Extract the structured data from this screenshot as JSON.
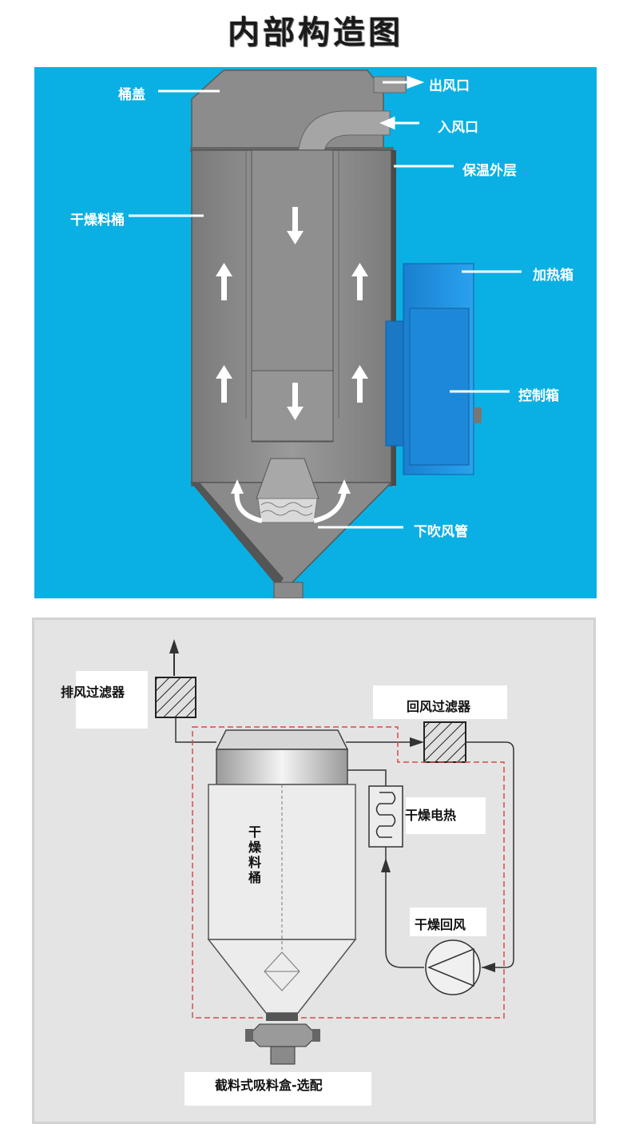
{
  "title": "内部构造图",
  "top_diagram": {
    "labels": {
      "lid": "桶盖",
      "air_outlet": "出风口",
      "air_inlet": "入风口",
      "insulation": "保温外层",
      "drying_hopper": "干燥料桶",
      "heating_box": "加热箱",
      "control_box": "控制箱",
      "down_blow_pipe": "下吹风管"
    },
    "colors": {
      "background": "#0ab0e4",
      "machine": "#8a8a8a",
      "box": "#1c90e0",
      "arrow": "#ffffff"
    }
  },
  "bottom_diagram": {
    "labels": {
      "exhaust_filter": "排风过滤器",
      "return_filter": "回风过滤器",
      "drying_heater": "干燥电热",
      "hopper": "干燥料桶",
      "return_blower": "干燥回风",
      "loading_box": "截料式吸料盒-选配"
    },
    "colors": {
      "background": "#e4e4e4",
      "dashed_loop": "#d94a4a",
      "line": "#333333"
    }
  }
}
